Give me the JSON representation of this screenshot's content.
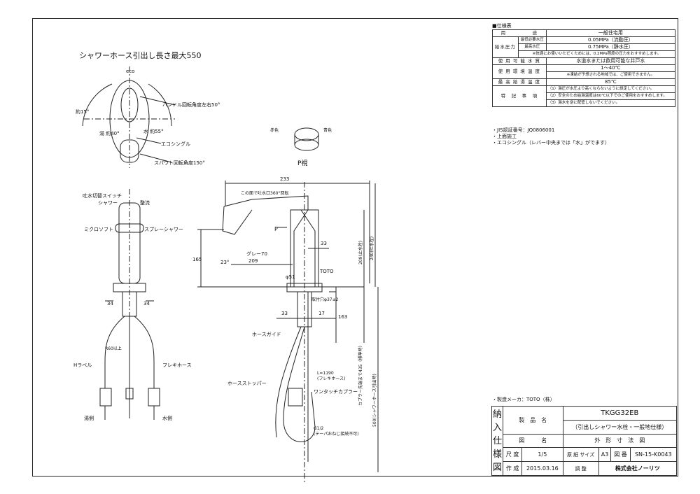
{
  "spec": {
    "heading": "■仕様表",
    "rows": {
      "use_k": "用　　　　　途",
      "use_v": "一般住宅用",
      "pressure_k": "給水圧力",
      "min_k": "最低必要水圧",
      "min_v": "0.05MPa（流動圧）",
      "max_k": "最高水圧",
      "max_v": "0.75MPa（静水圧）",
      "pressure_note": "※快適にお使いいただくためには、0.2MPa程度の圧力をおすすめします。",
      "water_k": "使 用 可 能 水 質",
      "water_v": "水道水または飲用可能な井戸水",
      "env_k": "使 用 環 境 温 度",
      "env_v": "1～40℃",
      "env_note": "※凍結が予想される地域では、ご使用できません。",
      "hot_k": "最 高 給 湯 温 度",
      "hot_v": "85℃",
      "notes_k": "特　記　事　項",
      "note1": "（1）湯圧が水圧より高くならないように設定してください。",
      "note2": "（2）安全のため給湯温度は60℃以下でのご使用をおすすめします。",
      "note3": "（3）湯水を逆に配管しないでください。"
    }
  },
  "notes": [
    "・JIS認証番号：JQ0806001",
    "・上面施工",
    "・エコシングル（レバー中央までは「水」がでます）"
  ],
  "maker": "・製造メーカ：TOTO（株）",
  "titleblock": {
    "side": [
      "納",
      "入",
      "仕",
      "様",
      "図"
    ],
    "product_k": "製　品　名",
    "product_v": "TKGG32EB",
    "product_sub": "（引出しシャワー水栓・一般地仕様）",
    "drawing_k": "図　　　名",
    "drawing_v": "外　形　寸　法　図",
    "scale_k": "尺 度",
    "scale_v": "1/5",
    "paper_k": "原 紙 サイズ",
    "paper_v": "A3",
    "number_k": "図 番",
    "number_v": "SN-15-K0043",
    "date_k": "作 成",
    "date_v": "2015.03.16",
    "check_k": "調 整",
    "company": "株式会社ノーリツ"
  },
  "drawing": {
    "hose_title": "シャワーホース引出し長さ最大550",
    "eco": "eco",
    "handle_angle": "ハンドル回転角度左右50°",
    "hot_angle": "湯\n約40°",
    "water_angle": "水\n約55°",
    "angle_15": "約15°",
    "eco_single": "エコシングル",
    "spout_angle": "スパウト回転角度150°",
    "p_view": "P視",
    "red": "赤色",
    "blue": "青色",
    "switch": "吐水切替スイッチ",
    "shower": "シャワー",
    "seiryu": "整流",
    "micro": "ミクロソフト",
    "spray": "スプレーシャワー",
    "d34a": "34",
    "d34b": "34",
    "r60": "R60以上",
    "h_label": "Hラベル",
    "flexi": "フレキホース",
    "yu_side": "湯側",
    "mizu_side": "水側",
    "d233": "233",
    "rotate": "この面で吐水口360°回転",
    "p_arrow": "P",
    "d33a": "33",
    "gray": "グレー70",
    "d165": "165",
    "d23": "23°",
    "d209": "209",
    "toto": "TOTO",
    "phi51": "φ51",
    "d209v": "209(止水栓)",
    "d240": "240(吐水栓)",
    "hole": "取付穴φ37±2",
    "d33b": "33",
    "d17": "17",
    "d163": "163",
    "hose_guide": "ホースガイド",
    "coupler_435": "カプラー先端まで435（標準時）",
    "l1190": "L=1190",
    "flexi2": "(フレキホース)",
    "stopper": "ホースストッパー",
    "onetouch": "ワンタッチカプラー",
    "d500": "500(シャワーホース引出時)",
    "g12": "G1/2",
    "taper": "(テーパおねじ接続不可)"
  }
}
